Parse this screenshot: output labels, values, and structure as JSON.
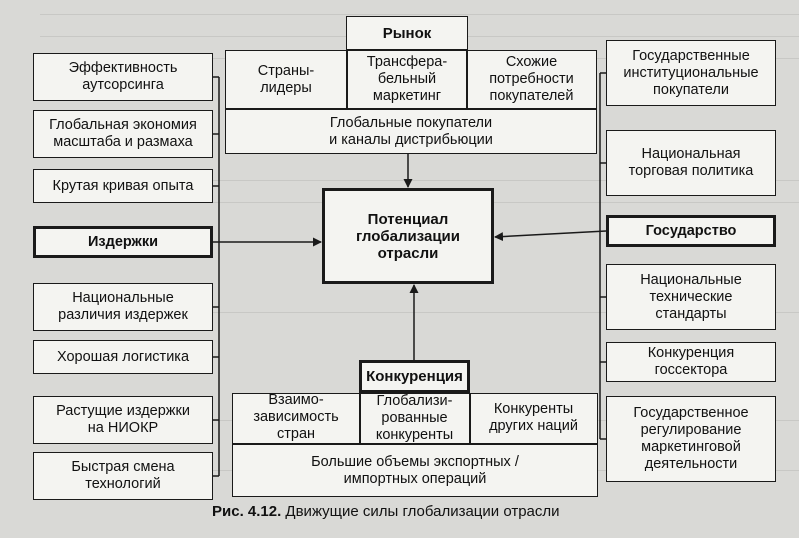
{
  "center": "Потенциал\nглобализации\nотрасли",
  "market": {
    "title": "Рынок",
    "leaders": "Страны-\nлидеры",
    "transferable": "Трансфера-\nбельный\nмаркетинг",
    "similar": "Схожие\nпотребности\nпокупателей",
    "global_buyers": "Глобальные покупатели\nи каналы дистрибьюции"
  },
  "costs": {
    "title": "Издержки",
    "items": [
      "Эффективность\nаутсорсинга",
      "Глобальная экономия\nмасштаба и размаха",
      "Крутая кривая опыта",
      "Национальные\nразличия издержек",
      "Хорошая логистика",
      "Растущие издержки\nна НИОКР",
      "Быстрая смена\nтехнологий"
    ]
  },
  "government": {
    "title": "Государство",
    "items": [
      "Государственные\nинституциональные\nпокупатели",
      "Национальная\nторговая политика",
      "Национальные\nтехнические\nстандарты",
      "Конкуренция\nгоссектора",
      "Государственное\nрегулирование\nмаркетинговой\nдеятельности"
    ]
  },
  "competition": {
    "title": "Конкуренция",
    "interdependence": "Взаимо-\nзависимость\nстран",
    "global_competitors": "Глобализи-\nрованные\nконкуренты",
    "other_nations": "Конкуренты\nдругих наций",
    "trade_volumes": "Большие объемы экспортных /\nимпортных операций"
  },
  "caption": {
    "label": "Рис. 4.12.",
    "text": " Движущие силы глобализации отрасли"
  }
}
